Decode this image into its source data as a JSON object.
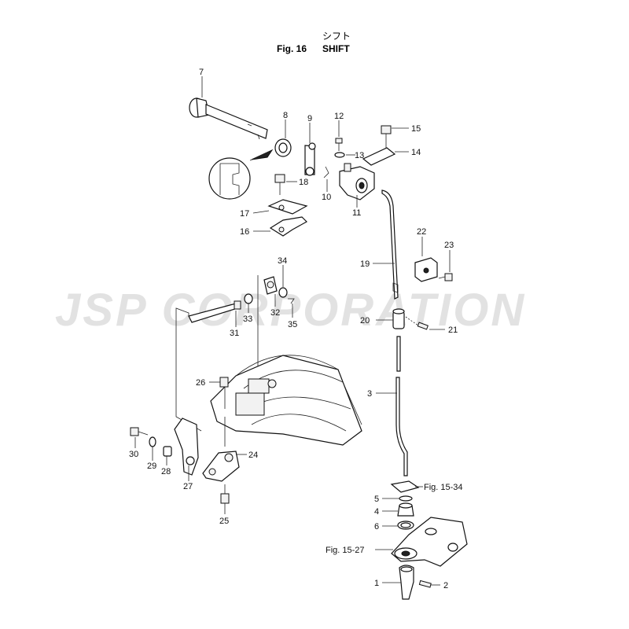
{
  "header": {
    "title_jp": "シフト",
    "fig_label": "Fig. 16",
    "title_en": "SHIFT"
  },
  "watermark": "JSP CORPORATION",
  "callouts": {
    "c1": "1",
    "c2": "2",
    "c3": "3",
    "c4": "4",
    "c5": "5",
    "c6": "6",
    "c7": "7",
    "c8": "8",
    "c9": "9",
    "c10": "10",
    "c11": "11",
    "c12": "12",
    "c13": "13",
    "c14": "14",
    "c15": "15",
    "c16": "16",
    "c17": "17",
    "c18": "18",
    "c19": "19",
    "c20": "20",
    "c21": "21",
    "c22": "22",
    "c23": "23",
    "c24": "24",
    "c25": "25",
    "c26": "26",
    "c27": "27",
    "c28": "28",
    "c29": "29",
    "c30": "30",
    "c31": "31",
    "c32": "32",
    "c33": "33",
    "c34": "34",
    "c35": "35",
    "ref_15_34": "Fig. 15-34",
    "ref_15_27": "Fig. 15-27"
  },
  "colors": {
    "ink": "#111111",
    "watermark": "#e2e2e2",
    "paper": "#ffffff"
  }
}
